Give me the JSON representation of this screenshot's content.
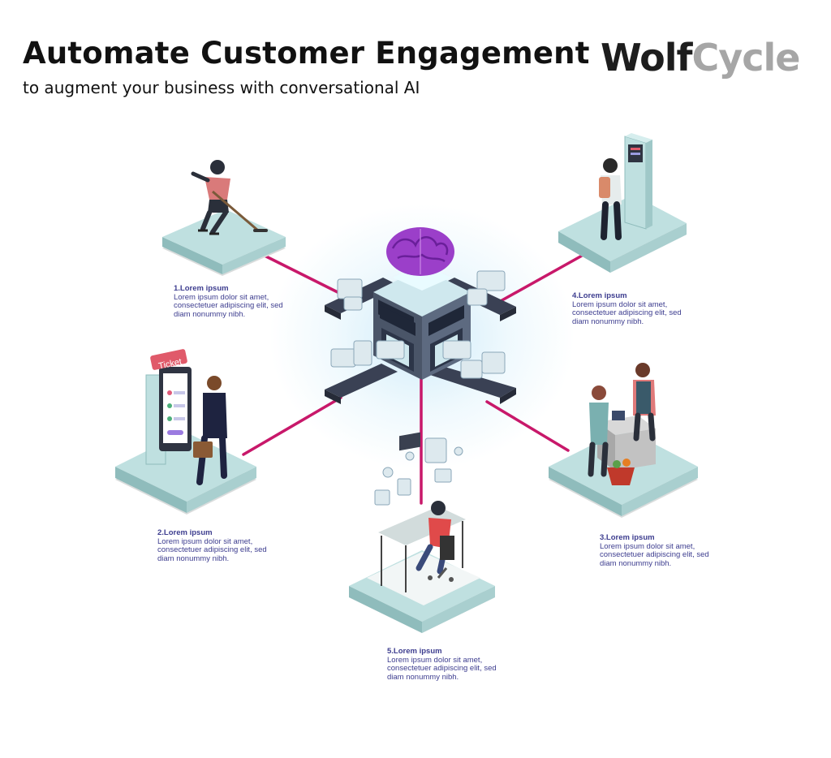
{
  "header": {
    "title": "Automate Customer Engagement",
    "subtitle": "to augment your business with conversational AI"
  },
  "brand": {
    "part1": "Wolf",
    "part2": "Cycle"
  },
  "colors": {
    "connector": "#c8186a",
    "platform_top": "#bfe0e0",
    "platform_side": "#8fbcbc",
    "brain": "#9b3fc9",
    "caption_text": "#3d3d8f"
  },
  "kiosk_sign": "Ticket",
  "captions": [
    {
      "title": "1.Lorem ipsum",
      "text": "Lorem ipsum dolor sit amet, consectetuer adipiscing elit, sed diam nonummy nibh."
    },
    {
      "title": "2.Lorem ipsum",
      "text": "Lorem ipsum dolor sit amet, consectetuer adipiscing elit, sed diam nonummy nibh."
    },
    {
      "title": "3.Lorem ipsum",
      "text": "Lorem ipsum dolor sit amet, consectetuer adipiscing elit, sed diam nonummy nibh."
    },
    {
      "title": "4.Lorem ipsum",
      "text": "Lorem ipsum dolor sit amet, consectetuer adipiscing elit, sed diam nonummy nibh."
    },
    {
      "title": "5.Lorem ipsum",
      "text": "Lorem ipsum dolor sit amet, consectetuer adipiscing elit, sed diam nonummy nibh."
    }
  ]
}
